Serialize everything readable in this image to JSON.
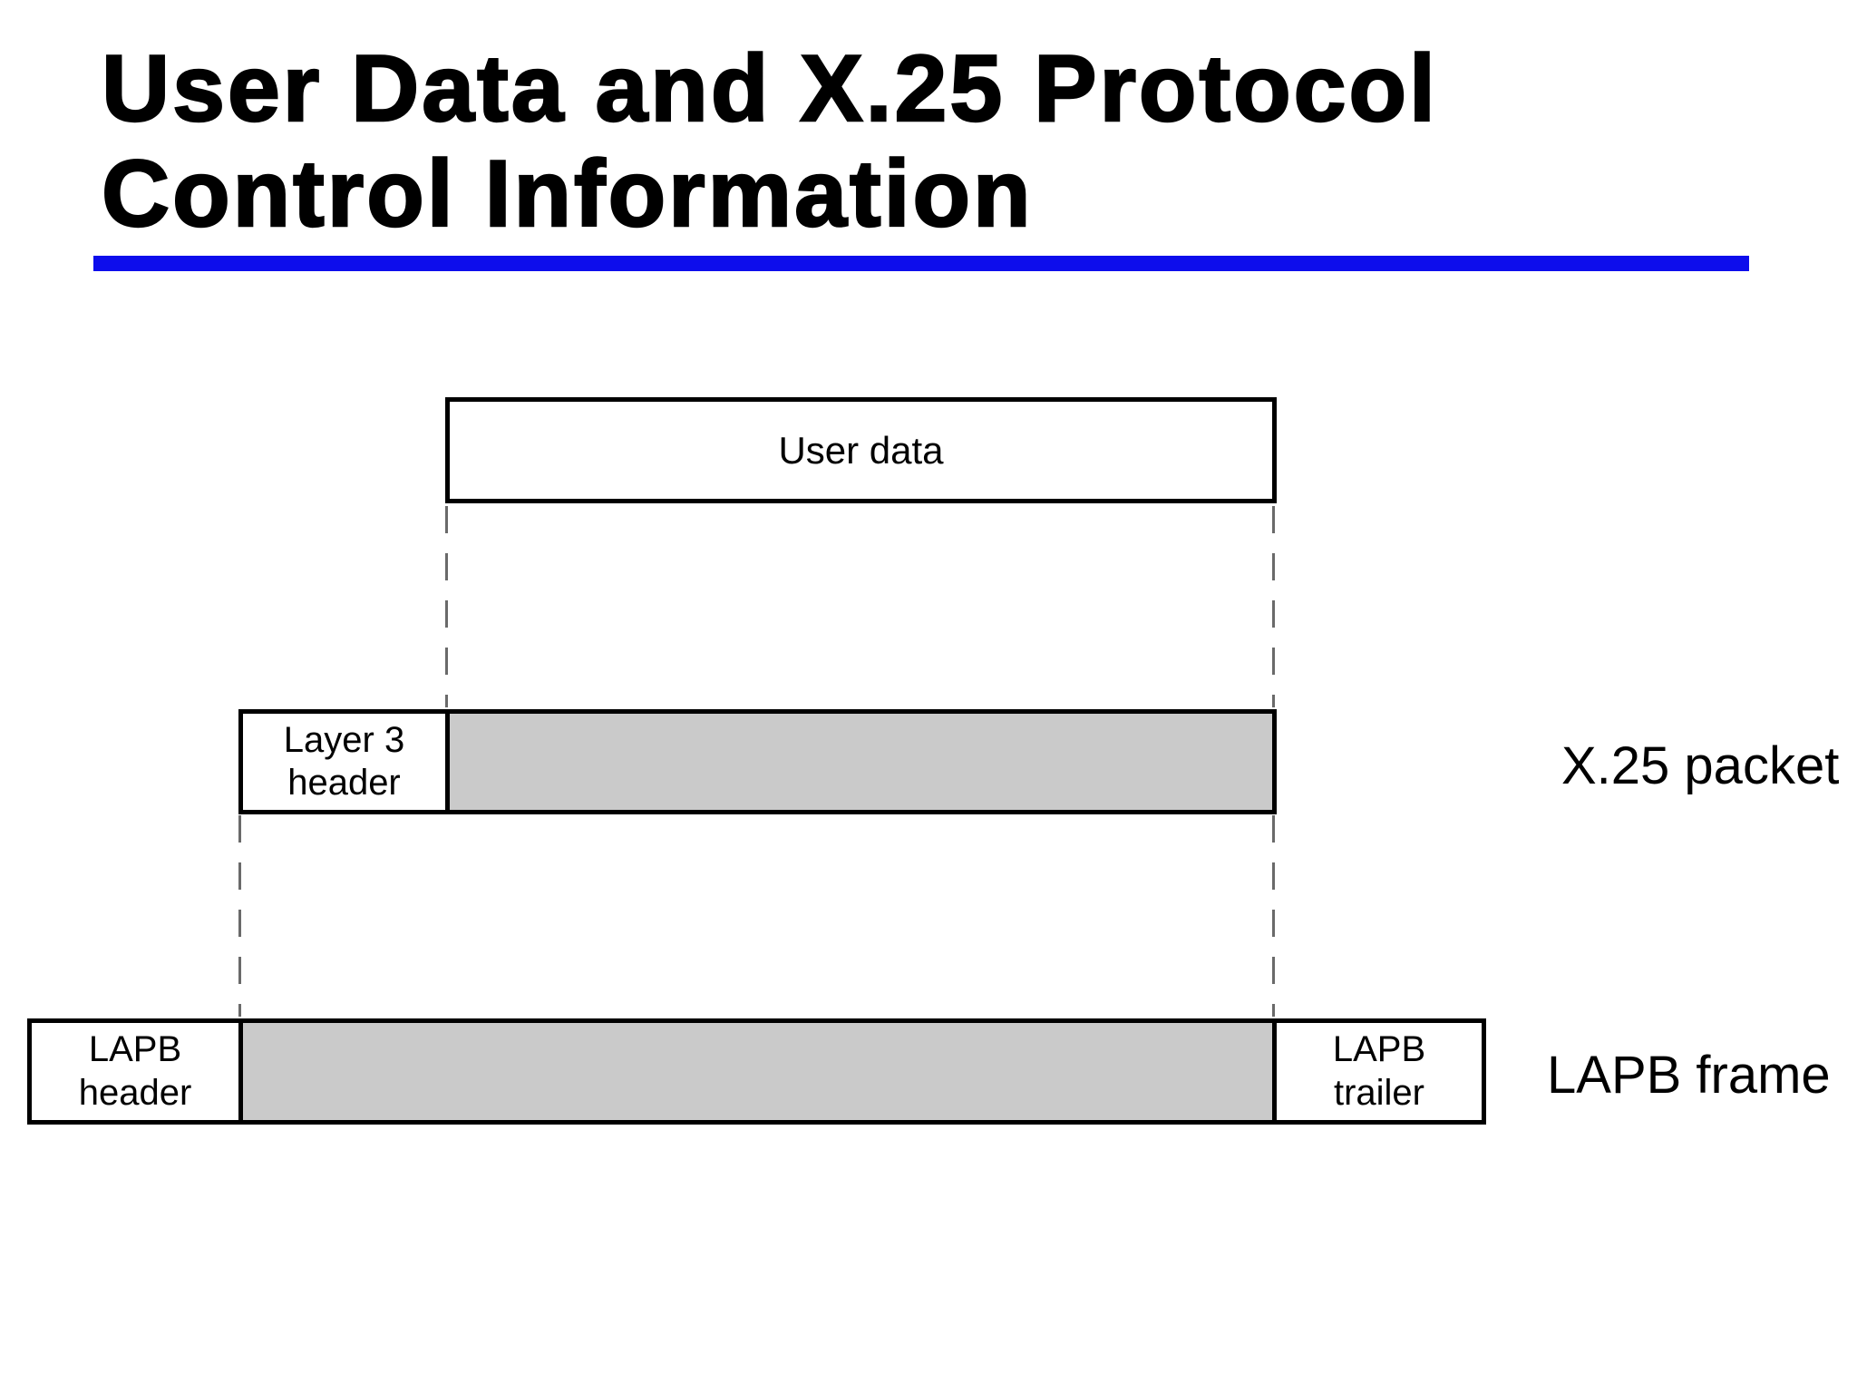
{
  "title": {
    "lines": [
      "User Data and X.25 Protocol",
      "Control Information"
    ]
  },
  "diagram": {
    "user_data_label": "User data",
    "x25": {
      "header": "Layer 3\nheader",
      "side_label": "X.25 packet"
    },
    "lapb": {
      "header": "LAPB\nheader",
      "trailer": "LAPB\ntrailer",
      "side_label": "LAPB frame"
    }
  },
  "colors": {
    "accent": "#0d0dec",
    "payload_fill": "#cacaca",
    "box_border": "#000000",
    "dash": "#6a6a6a",
    "text": "#000000",
    "background": "#ffffff"
  }
}
